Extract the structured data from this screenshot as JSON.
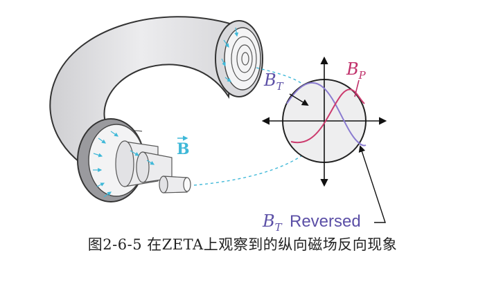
{
  "labels": {
    "b_vector": "B",
    "bt_symbol": "B",
    "bt_subscript": "T",
    "bp_symbol": "B",
    "bp_subscript": "P",
    "bt_reversed_symbol": "B",
    "bt_reversed_subscript": "T",
    "reversed_text": "Reversed"
  },
  "caption": "图2-6-5 在ZETA上观察到的纵向磁场反向现象",
  "colors": {
    "torus_fill": "#e6e6e8",
    "torus_outline": "#333333",
    "field_lines": "#3fb8d8",
    "bt_curve": "#8a7bd0",
    "bp_curve": "#cc3b6e",
    "label_purple": "#5b4fa6",
    "label_magenta": "#c0306a"
  }
}
